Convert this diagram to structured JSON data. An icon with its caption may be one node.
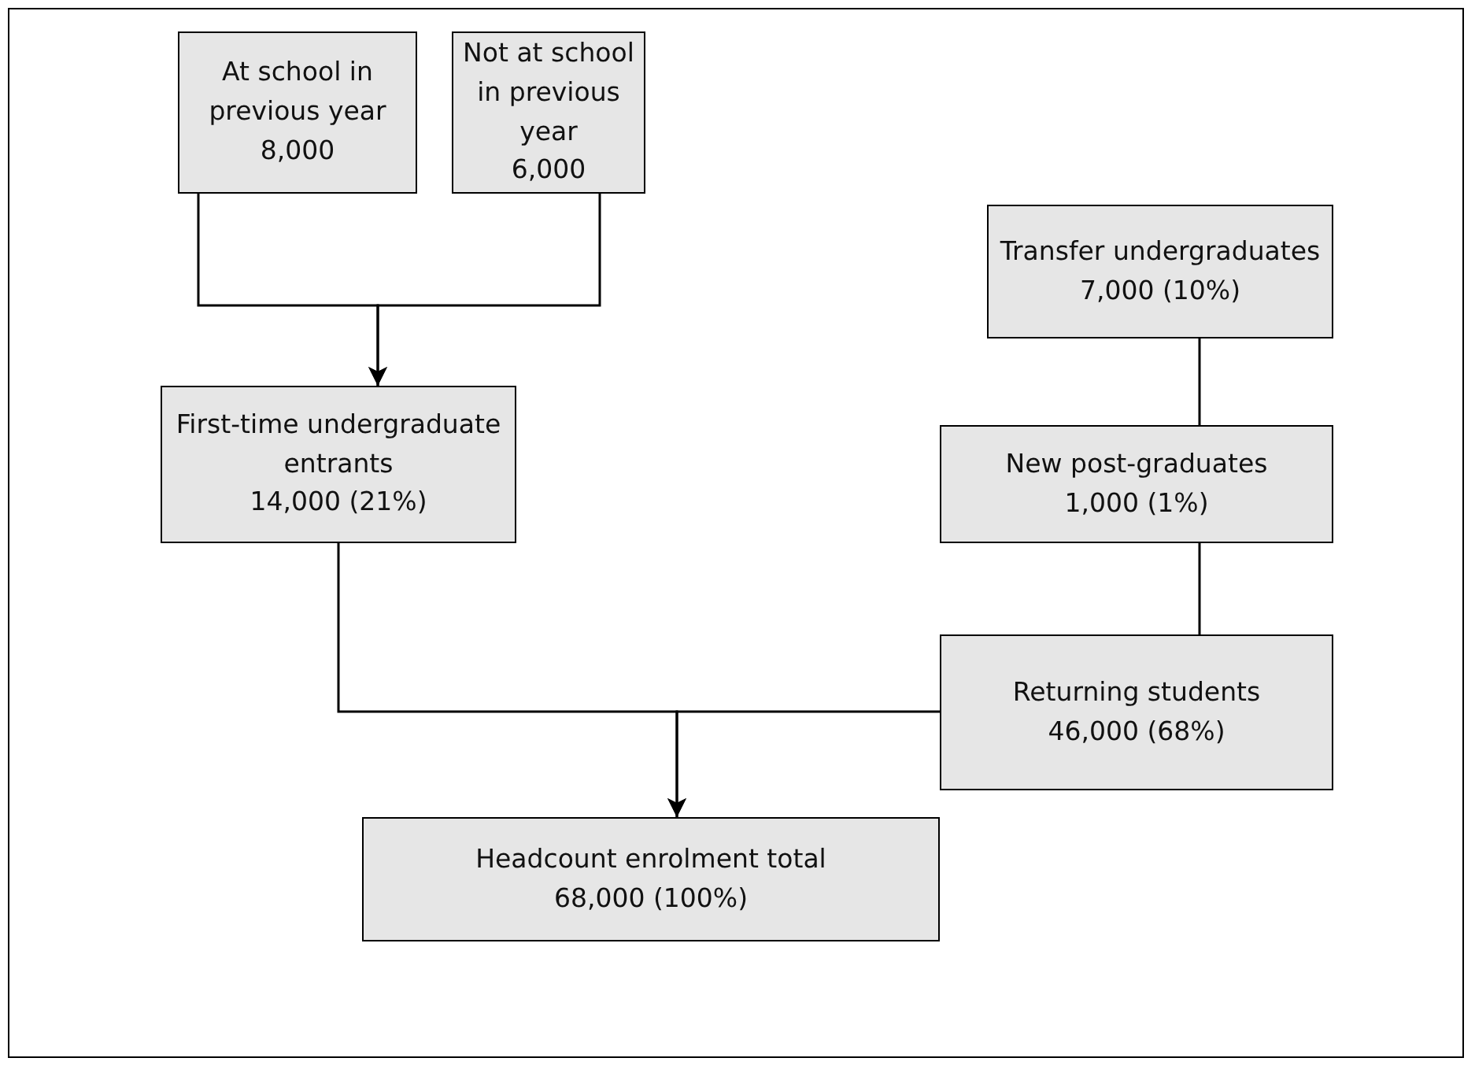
{
  "diagram": {
    "nodes": [
      {
        "text": [
          "At school in previous year",
          "8,000"
        ]
      },
      {
        "text": [
          "Not at school in previous year",
          "6,000"
        ]
      },
      {
        "text": [
          "First-time undergraduate entrants",
          "14,000 (21%)"
        ]
      },
      {
        "text": [
          "Transfer undergraduates",
          "7,000 (10%)"
        ]
      },
      {
        "text": [
          "New post-graduates",
          "1,000 (1%)"
        ]
      },
      {
        "text": [
          "Returning students",
          "46,000 (68%)"
        ]
      },
      {
        "text": [
          "Headcount enrolment total",
          "68,000 (100%)"
        ]
      }
    ],
    "edges": [
      {
        "from": 0,
        "to": 2,
        "arrow": "to"
      },
      {
        "from": 1,
        "to": 2,
        "arrow": "to"
      },
      {
        "from": 3,
        "to": 4,
        "arrow": "none"
      },
      {
        "from": 4,
        "to": 5,
        "arrow": "none"
      },
      {
        "from": 2,
        "to": 6,
        "arrow": "to"
      },
      {
        "from": 5,
        "to": 6,
        "arrow": "to"
      }
    ]
  }
}
